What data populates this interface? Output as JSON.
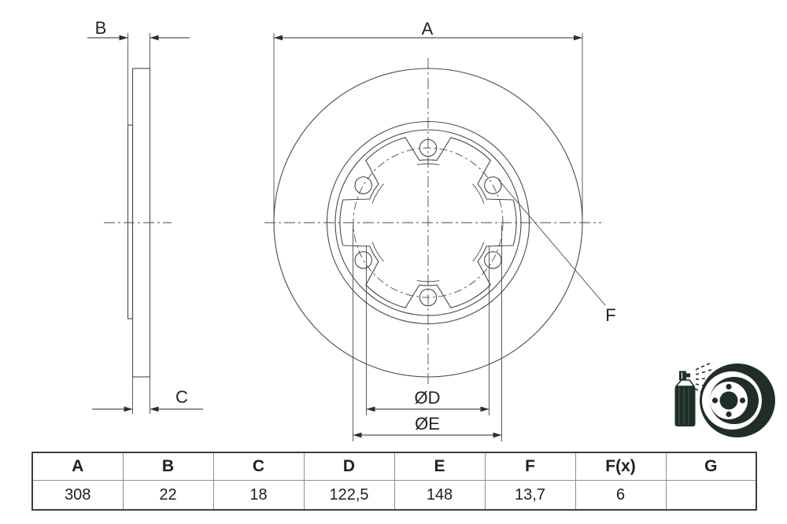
{
  "drawing": {
    "labels": {
      "a": "A",
      "b": "B",
      "c": "C",
      "d": "ØD",
      "e": "ØE",
      "f": "F"
    },
    "views": {
      "side_view": "brake-disc-cross-section",
      "front_view": "brake-disc-front",
      "bolt_hole_count_ref": "F"
    },
    "icon": "spray-coated-disc-icon"
  },
  "table": {
    "columns": [
      "A",
      "B",
      "C",
      "D",
      "E",
      "F",
      "F(x)",
      "G"
    ],
    "values": [
      "308",
      "22",
      "18",
      "122,5",
      "148",
      "13,7",
      "6",
      ""
    ]
  },
  "colors": {
    "line": "#4a4a4a",
    "dimension": "#2e2e2e",
    "text": "#222222",
    "icon": "#1f2f26",
    "background": "#ffffff",
    "table_border": "#3d3d3d",
    "table_grid": "#8f8f8f"
  }
}
